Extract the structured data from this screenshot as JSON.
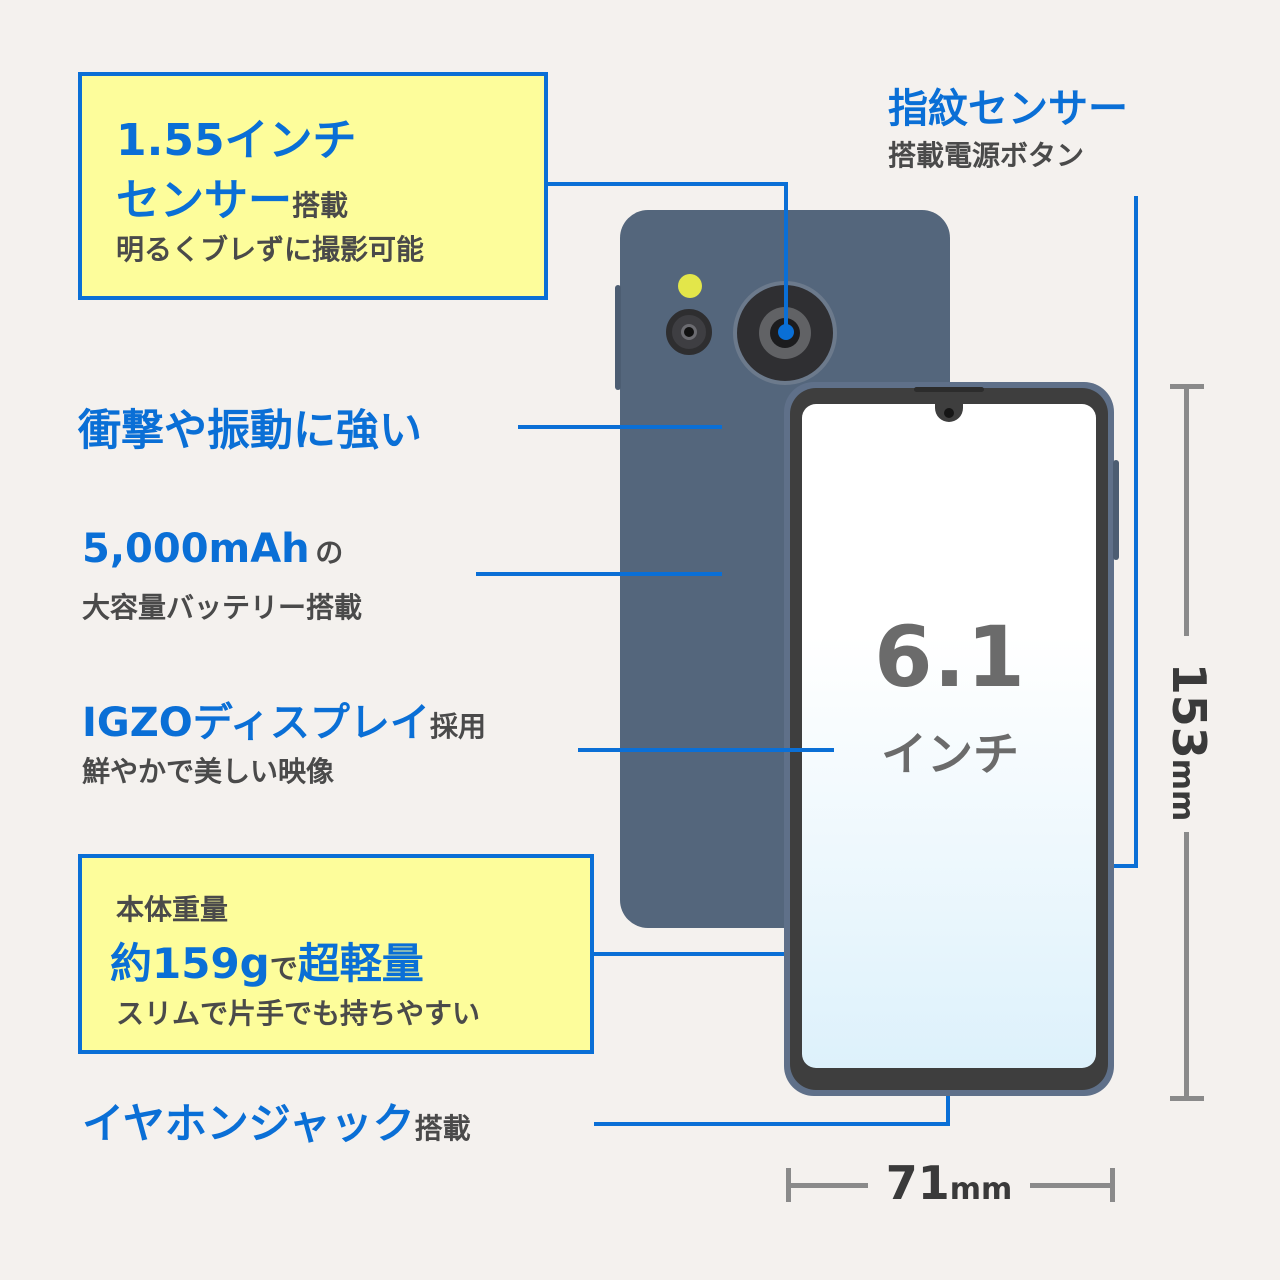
{
  "camera_callout": {
    "line1": "1.55インチ",
    "line2_main": "センサー",
    "line2_suffix": "搭載",
    "line3": "明るくブレずに撮影可能"
  },
  "fingerprint_callout": {
    "title": "指紋センサー",
    "subtitle": "搭載電源ボタン"
  },
  "shock_callout": {
    "title": "衝撃や振動に強い"
  },
  "battery_callout": {
    "capacity": "5,000mAh",
    "particle": "の",
    "subtitle": "大容量バッテリー搭載"
  },
  "display_callout": {
    "title": "IGZOディスプレイ",
    "suffix": "採用",
    "subtitle": "鮮やかで美しい映像"
  },
  "weight_callout": {
    "label": "本体重量",
    "weight": "約159g",
    "particle": "で",
    "emphasis": "超軽量",
    "subtitle": "スリムで片手でも持ちやすい"
  },
  "earphone_callout": {
    "title": "イヤホンジャック",
    "suffix": "搭載"
  },
  "screen": {
    "size": "6.1",
    "unit": "インチ"
  },
  "dimensions": {
    "height_value": "153",
    "height_unit": "mm",
    "width_value": "71",
    "width_unit": "mm"
  },
  "colors": {
    "accent_blue": "#0a6fd6",
    "box_yellow": "#fdfd9b",
    "phone_back": "#54667c",
    "phone_bezel": "#3e3e3e",
    "background": "#f4f1ee"
  }
}
